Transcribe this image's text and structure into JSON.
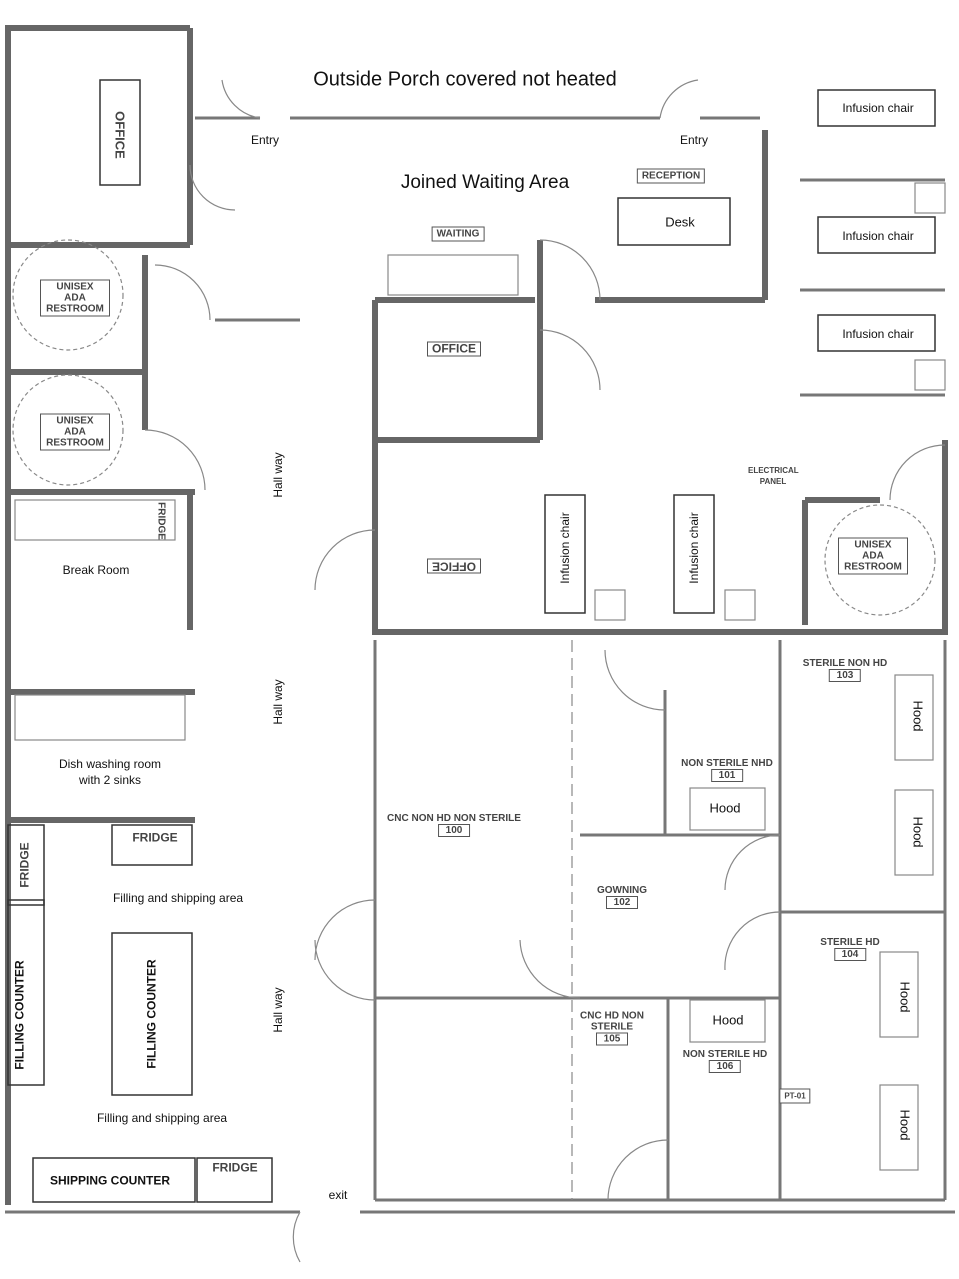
{
  "title": "Outside Porch covered not heated",
  "entries": [
    "Entry",
    "Entry"
  ],
  "waiting_area": "Joined Waiting Area",
  "reception": {
    "tag": "RECEPTION",
    "desk": "Desk"
  },
  "waiting": "WAITING",
  "offices": [
    "OFFICE",
    "OFFICE",
    "OFFICE"
  ],
  "restroom": "UNISEX ADA RESTROOM",
  "infusion_chair": "Infusion chair",
  "electrical_panel": "ELECTRICAL PANEL",
  "hallway": "Hall way",
  "break_room": "Break Room",
  "fridge": "FRIDGE",
  "dish_room": [
    "Dish washing room",
    "with 2 sinks"
  ],
  "filling_area": "Filling and shipping area",
  "filling_counter": "FILLING COUNTER",
  "shipping_counter": "SHIPPING COUNTER",
  "exit": "exit",
  "hood": "Hood",
  "rooms": [
    {
      "name": "CNC NON HD NON STERILE",
      "num": "100"
    },
    {
      "name": "NON STERILE NHD",
      "num": "101"
    },
    {
      "name": "GOWNING",
      "num": "102"
    },
    {
      "name": "STERILE NON HD",
      "num": "103"
    },
    {
      "name": "STERILE HD",
      "num": "104"
    },
    {
      "name": "CNC HD NON STERILE",
      "num": "105"
    },
    {
      "name": "NON STERILE HD",
      "num": "106"
    }
  ],
  "pt_tag": "PT-01"
}
